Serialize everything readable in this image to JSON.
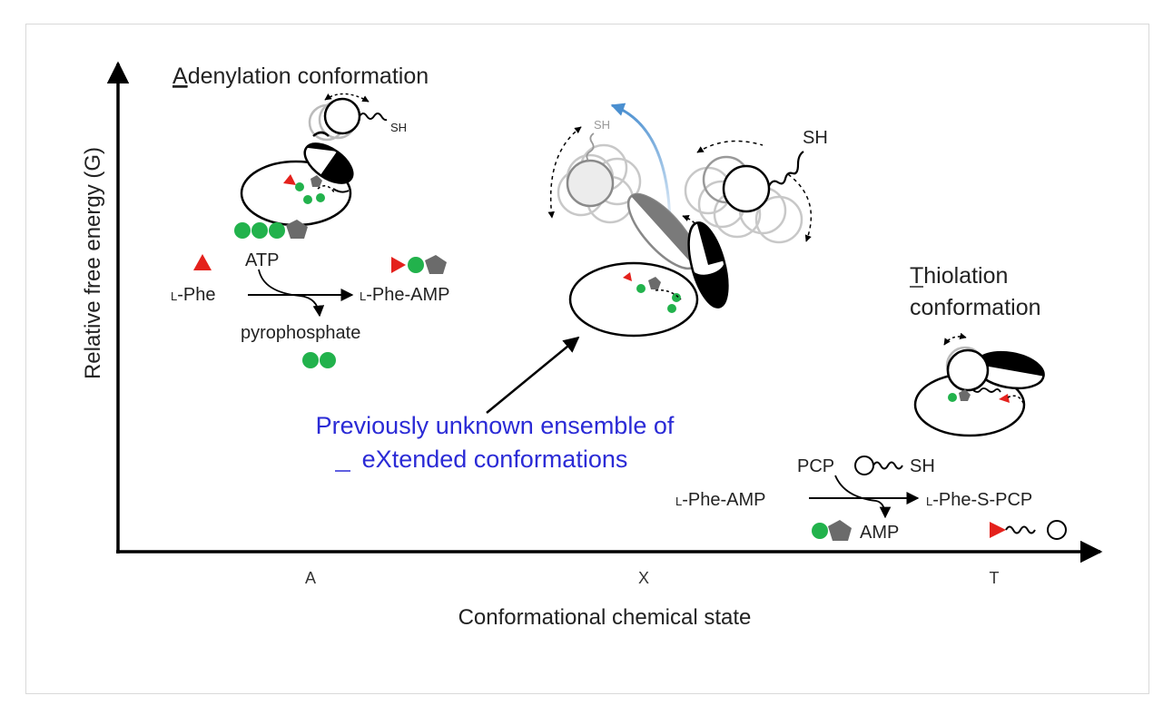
{
  "titles": {
    "adenylation_lead": "A",
    "adenylation_rest": "denylation conformation",
    "thiolation_lead": "T",
    "thiolation_rest_1": "hiolation",
    "thiolation_2": "conformation",
    "extended_line1": "Previously unknown ensemble of",
    "extended_e": "e",
    "extended_x": "X",
    "extended_rest": "tended conformations"
  },
  "axes": {
    "y_label": "Relative free energy (G)",
    "x_label": "Conformational chemical state",
    "x_ticks": [
      "A",
      "X",
      "T"
    ]
  },
  "reaction_adenylation": {
    "atp": "ATP",
    "substrate_prefix": "L",
    "substrate": "-Phe",
    "product_prefix": "L",
    "product": "-Phe-AMP",
    "byproduct": "pyrophosphate"
  },
  "reaction_thiolation": {
    "pcp": "PCP",
    "sh": "SH",
    "substrate_prefix": "L",
    "substrate": "-Phe-AMP",
    "product_prefix": "L",
    "product": "-Phe-S-PCP",
    "byproduct": "AMP"
  },
  "labels": {
    "sh_small": "SH",
    "sh_ghost": "SH",
    "sh_right": "SH"
  },
  "colors": {
    "phe_triangle": "#e4211c",
    "phosphate_green": "#22b24c",
    "adenosine_gray": "#6b6b6b",
    "blue_text": "#2b2bd6",
    "blue_arrow": "#4a8fd0"
  }
}
